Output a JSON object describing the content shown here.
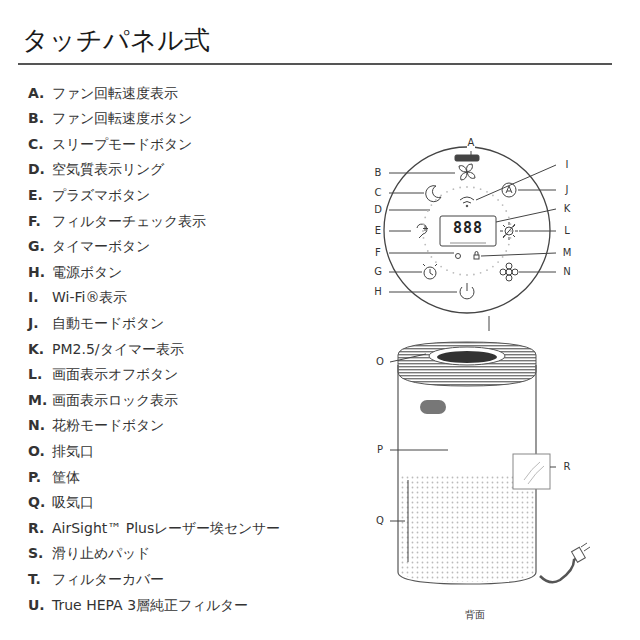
{
  "diagram": {
    "title": "タッチパネル式",
    "labels": [
      "A.",
      "ファン回転速度表示",
      "B.",
      "ファン回転速度ボタン",
      "C.",
      "スリープモードボタン",
      "D.",
      "空気質表示リング",
      "E.",
      "プラズマボタン",
      "F.",
      "フィルターチェック表示",
      "G.",
      "タイマーボタン",
      "H.",
      "電源ボタン",
      "I.",
      "Wi-Fi®表示",
      "J.",
      "自動モードボタン",
      "K.",
      "PM2.5/タイマー表示",
      "L.",
      "画面表示オフボタン",
      "M.",
      "画面表示ロック表示",
      "N.",
      "花粉モードボタン",
      "O.",
      "排気口",
      "P.",
      "筐体",
      "Q.",
      "吸気口",
      "R.",
      "AirSight™ Plusレーザー埃センサー",
      "S.",
      "滑り止めパッド",
      "T.",
      "フィルターカバー",
      "U.",
      "True HEPA 3層純正フィルター",
      "A",
      "B",
      "C",
      "D",
      "E",
      "F",
      "G",
      "H",
      "I",
      "J",
      "K",
      "L",
      "M",
      "N",
      "O",
      "P",
      "Q",
      "R",
      "888",
      "背面"
    ]
  }
}
